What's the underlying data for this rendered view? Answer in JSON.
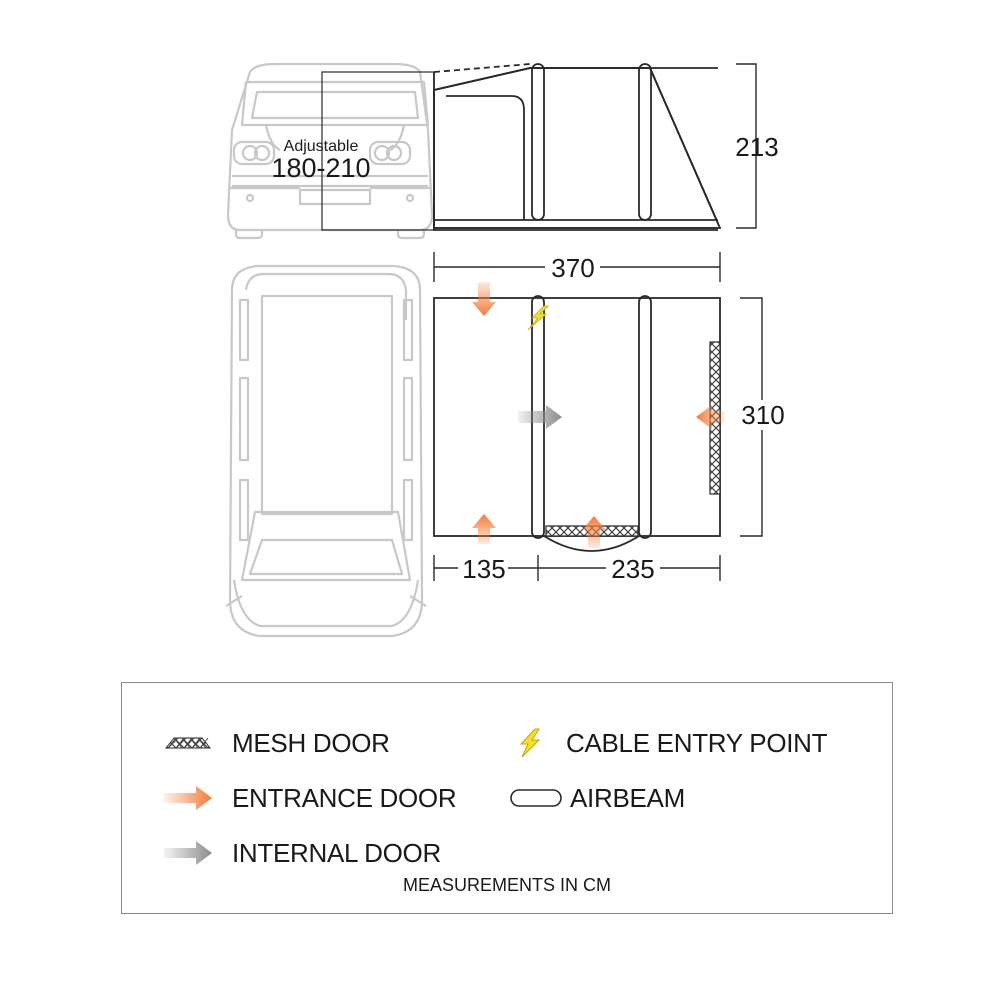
{
  "dimensions": {
    "height": "213",
    "length": "370",
    "depth": "310",
    "left_section": "135",
    "right_section": "235"
  },
  "adjustable": {
    "label": "Adjustable",
    "range": "180-210"
  },
  "legend": {
    "items": [
      {
        "label": "MESH DOOR",
        "icon": "mesh-door-icon"
      },
      {
        "label": "CABLE ENTRY POINT",
        "icon": "lightning-bolt-icon"
      },
      {
        "label": "ENTRANCE DOOR",
        "icon": "orange-arrow-icon"
      },
      {
        "label": "AIRBEAM",
        "icon": "airbeam-pill-icon"
      },
      {
        "label": "INTERNAL DOOR",
        "icon": "grey-arrow-icon"
      }
    ],
    "footer": "MEASUREMENTS IN CM"
  },
  "colors": {
    "entrance_door": "#f47b36",
    "internal_door": "#8c8c8c",
    "cable_entry": "#f2e12a",
    "vehicle_outline": "#c8c8c8",
    "tent_outline": "#2a2a2a"
  }
}
